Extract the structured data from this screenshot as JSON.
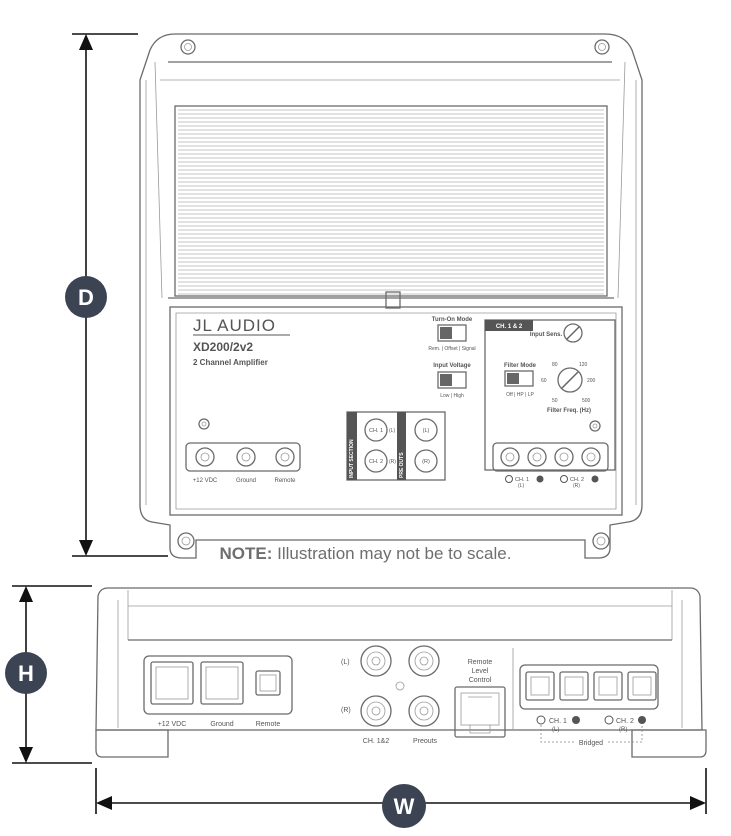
{
  "dimensions": {
    "depth": "D",
    "height": "H",
    "width": "W"
  },
  "note": {
    "prefix": "NOTE:",
    "text": " Illustration may not be to scale."
  },
  "top_view": {
    "brand": "JL AUDIO",
    "model": "XD200/2v2",
    "subtitle": "2 Channel Amplifier",
    "turn_on_mode": {
      "title": "Turn-On Mode",
      "options": "Rem. | Offset | Signal"
    },
    "input_voltage": {
      "title": "Input Voltage",
      "options": "Low | High"
    },
    "channel_tag": "CH. 1 & 2",
    "input_sens": "Input Sens.",
    "filter_mode": {
      "title": "Filter Mode",
      "options": "Off | HP | LP"
    },
    "filter_freq": {
      "title": "Filter Freq. (Hz)",
      "ticks": [
        "50",
        "60",
        "80",
        "120",
        "200",
        "500"
      ]
    },
    "input_section": "INPUT SECTION",
    "pre_outs": "PRE OUTS",
    "ch1": "CH. 1",
    "ch2": "CH. 2",
    "l": "(L)",
    "r": "(R)",
    "power_labels": [
      "+12 VDC",
      "Ground",
      "Remote"
    ],
    "speaker_labels": [
      "CH. 1",
      "(L)",
      "CH. 2",
      "(R)"
    ]
  },
  "front_view": {
    "power_labels": [
      "+12 VDC",
      "Ground",
      "Remote"
    ],
    "rca_l": "(L)",
    "rca_r": "(R)",
    "rca_labels": [
      "CH. 1&2",
      "Preouts"
    ],
    "remote_label": [
      "Remote",
      "Level",
      "Control"
    ],
    "speaker_labels": [
      "CH. 1",
      "(L)",
      "CH. 2",
      "(R)"
    ],
    "bridged": "Bridged"
  }
}
